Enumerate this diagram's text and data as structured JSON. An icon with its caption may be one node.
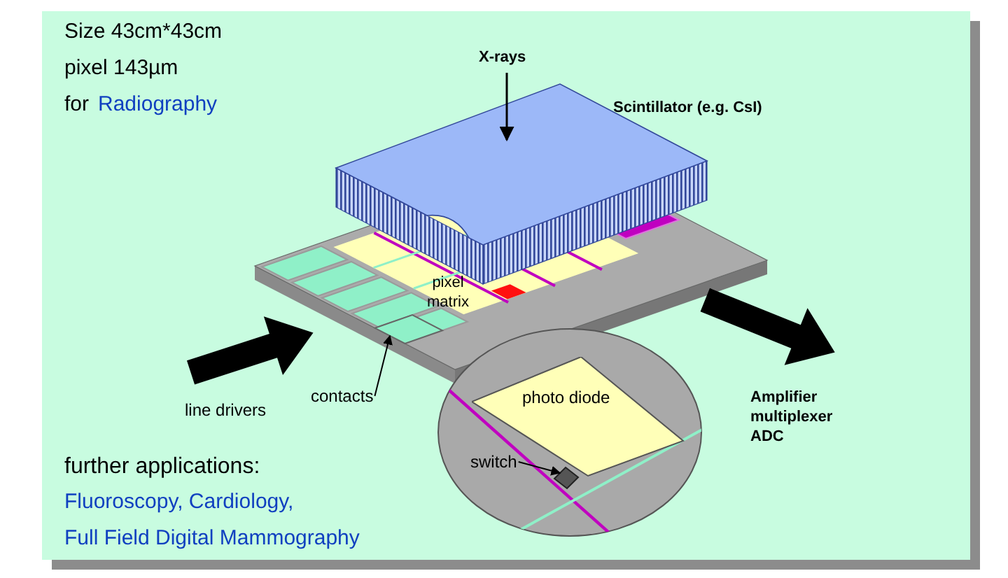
{
  "diagram": {
    "nodes": [
      {
        "text": [
          "contacts"
        ]
      },
      {
        "text": [],
        "shape": "diamond"
      },
      {
        "text": [
          "switch"
        ]
      },
      {
        "text": [],
        "shape": "diamond"
      },
      {
        "text": [
          "photo diode"
        ]
      }
    ],
    "edges": [
      {
        "from": 0,
        "to": 1,
        "arrow": "to"
      },
      {
        "from": 2,
        "to": 3,
        "arrow": "to"
      }
    ],
    "labels": [
      "Size 43cm*43cm",
      "pixel 143µm",
      "for",
      "Radiography",
      "X-rays",
      "Scintillator (e.g. CsI)",
      "pixel matrix",
      "line drivers",
      "Amplifier multiplexer ADC",
      "further applications:",
      "Fluoroscopy, Cardiology,",
      "Full Field Digital Mammography"
    ]
  }
}
